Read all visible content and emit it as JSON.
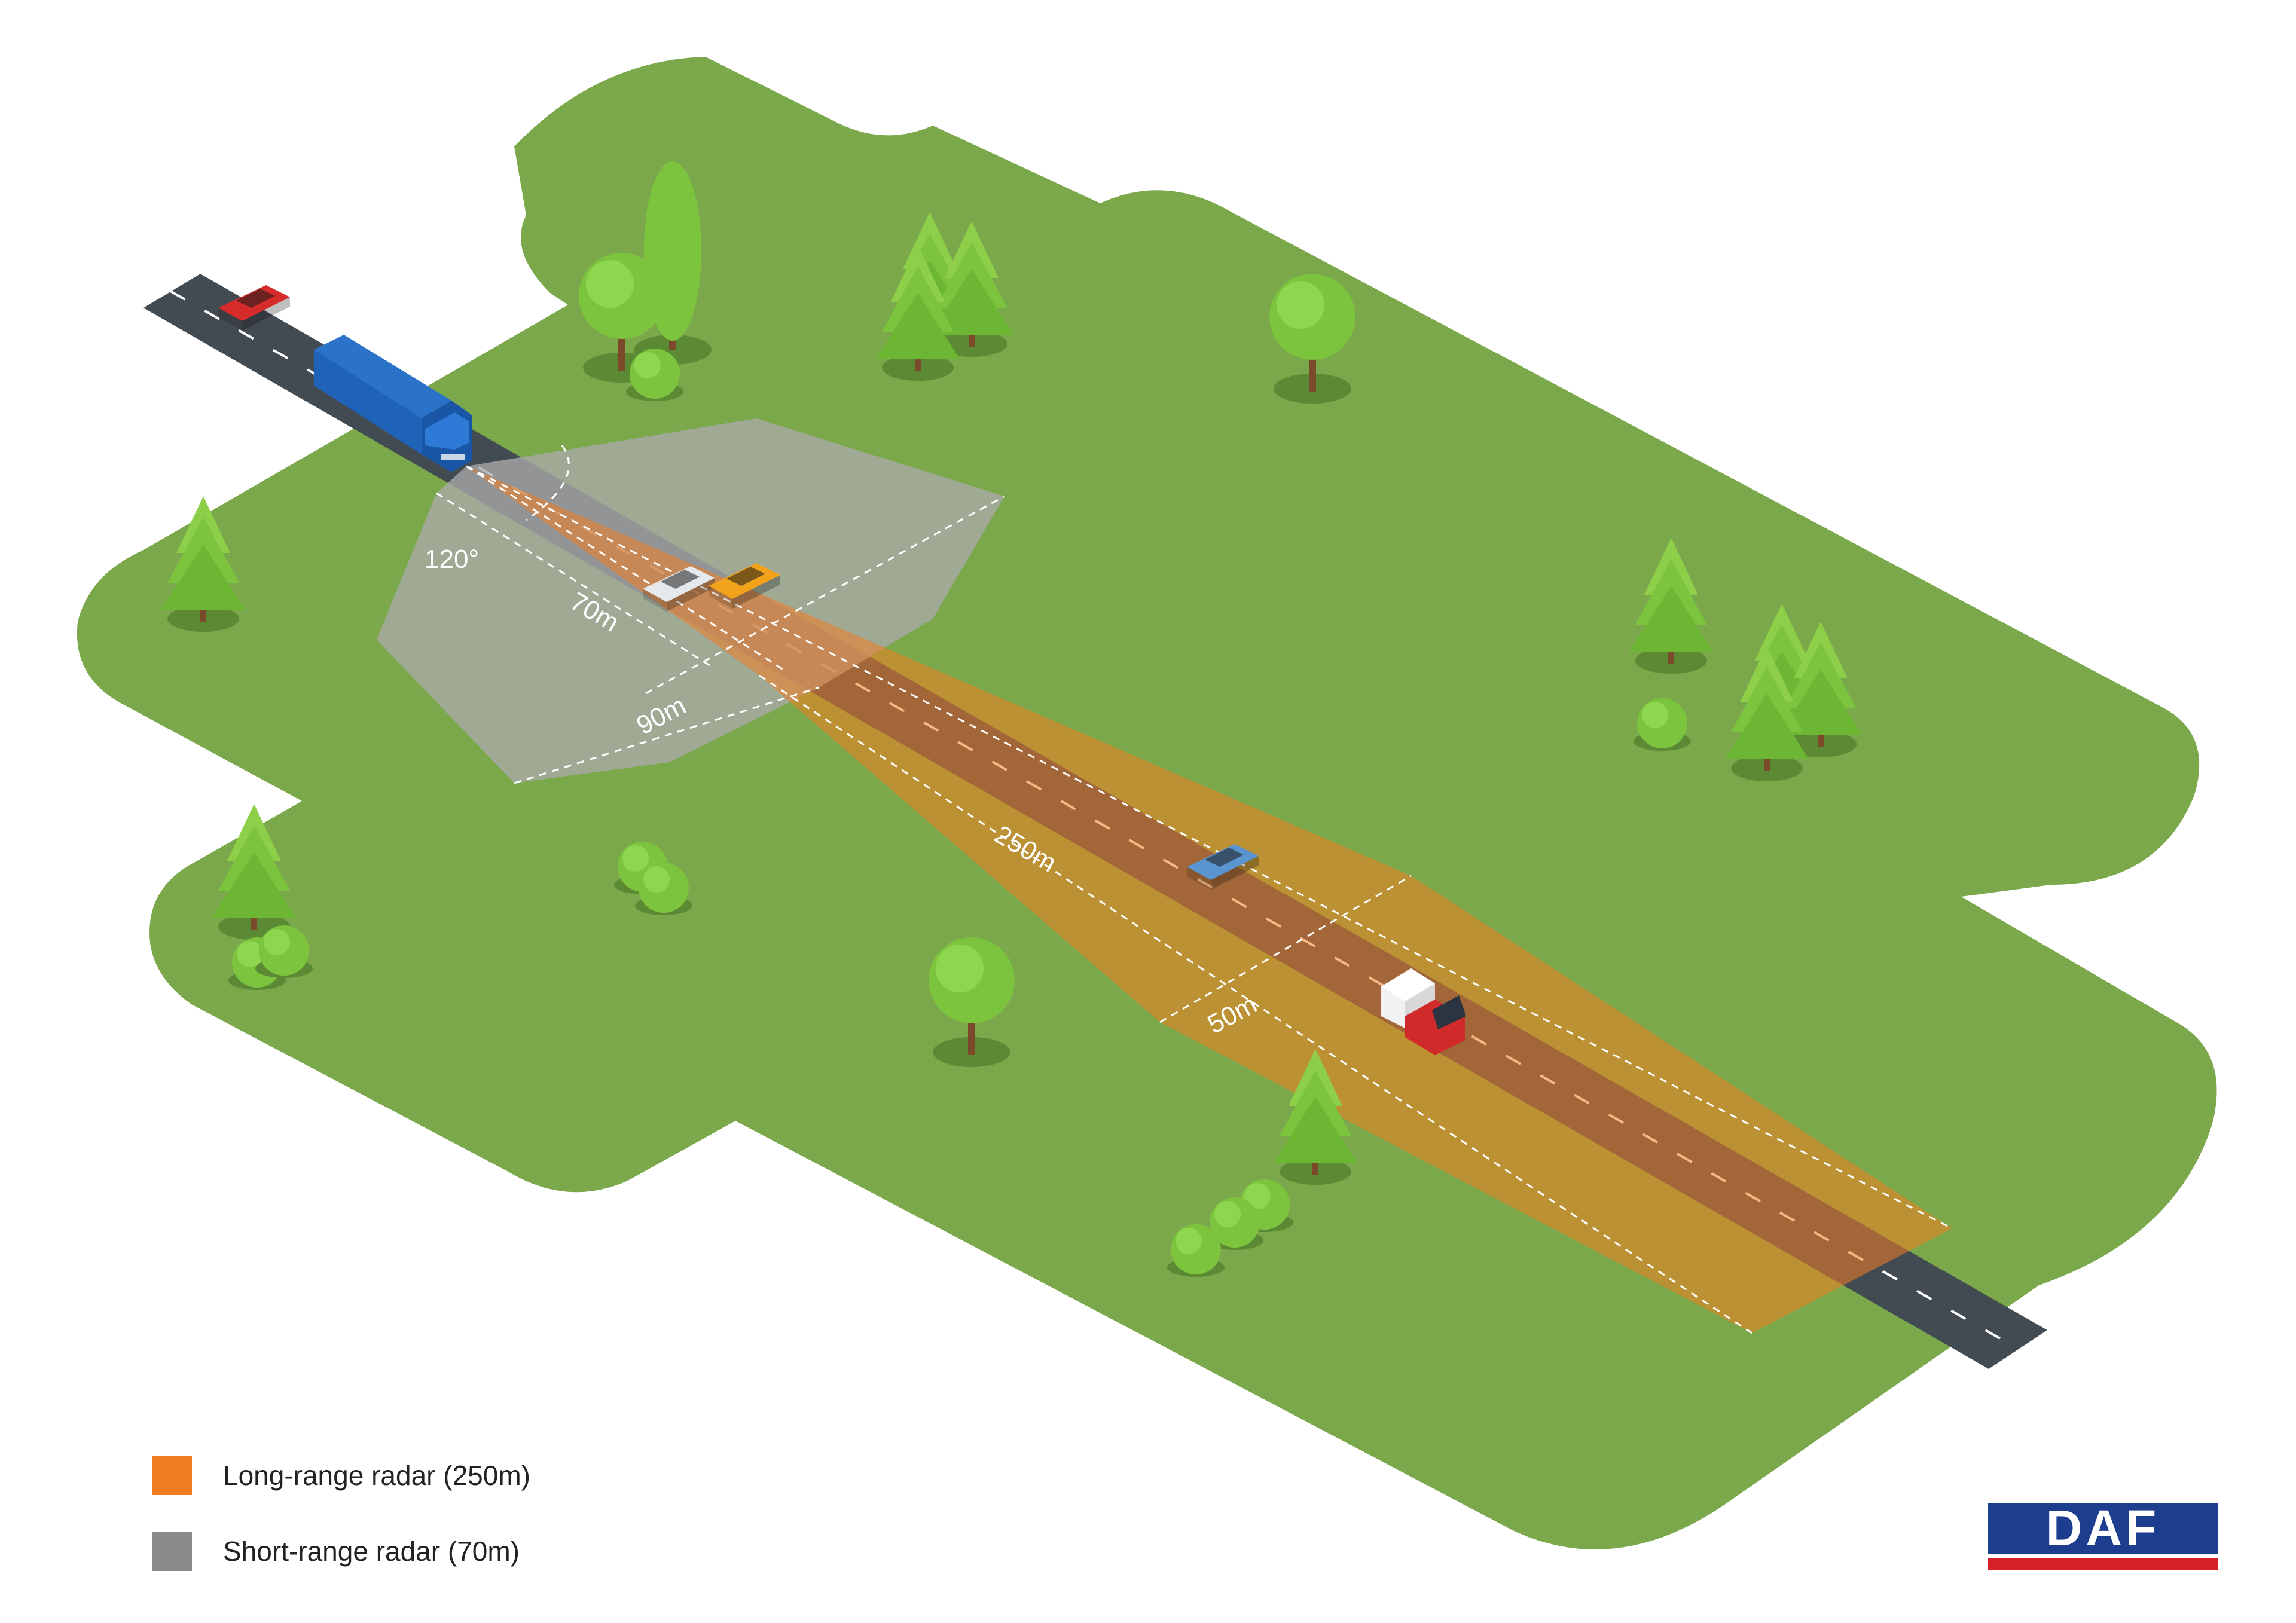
{
  "diagram": {
    "labels": {
      "angle": "120°",
      "short_70": "70m",
      "short_90": "90m",
      "long_250": "250m",
      "long_50": "50m"
    },
    "legend": [
      {
        "label": "Long-range radar (250m)",
        "color": "#f07d22"
      },
      {
        "label": "Short-range radar (70m)",
        "color": "#8a8a8a"
      }
    ],
    "logo": "DAF",
    "colors": {
      "grass": "#7ba84a",
      "grass_dark": "#6a9a3c",
      "road": "#434b52",
      "long_range": "#f07d22",
      "short_range": "#9e9e9e",
      "truck": "#1f63b8",
      "logo_blue": "#1d3e8e",
      "logo_red": "#d61f26"
    }
  }
}
